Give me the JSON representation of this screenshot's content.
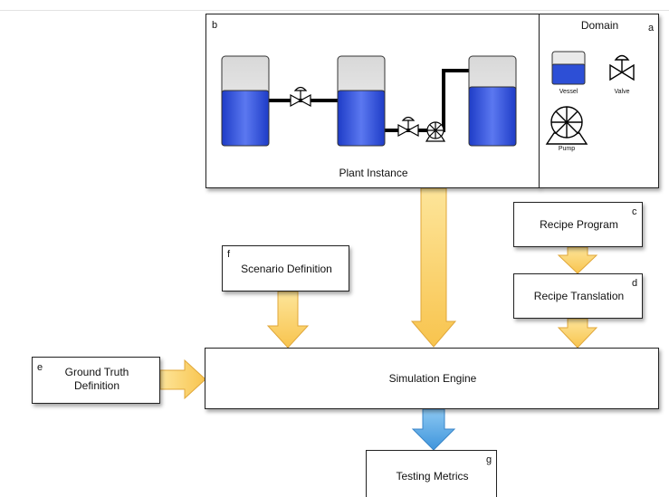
{
  "diagram": {
    "plant_box": {
      "letter": "b",
      "label": "Plant Instance"
    },
    "domain_box": {
      "letter": "a",
      "title": "Domain",
      "icons": {
        "vessel": "Vessel",
        "valve": "Valve",
        "pump": "Pump"
      }
    },
    "recipe_program": {
      "label": "Recipe Program",
      "letter": "c"
    },
    "recipe_translation": {
      "label": "Recipe Translation",
      "letter": "d"
    },
    "scenario_definition": {
      "label": "Scenario Definition",
      "letter": "f"
    },
    "ground_truth": {
      "label": "Ground Truth\nDefinition",
      "letter": "e"
    },
    "simulation_engine": {
      "label": "Simulation Engine"
    },
    "testing_metrics": {
      "label": "Testing Metrics",
      "letter": "g"
    }
  },
  "colors": {
    "liquid_blue": "#2d4fd6",
    "vessel_top": "#e6e6e6",
    "yellow_arrow": "#fcd36a",
    "yellow_arrow_stroke": "#e0a73a",
    "red_arrow": "#e06b5f",
    "blue_arrow": "#5aa9e6"
  }
}
